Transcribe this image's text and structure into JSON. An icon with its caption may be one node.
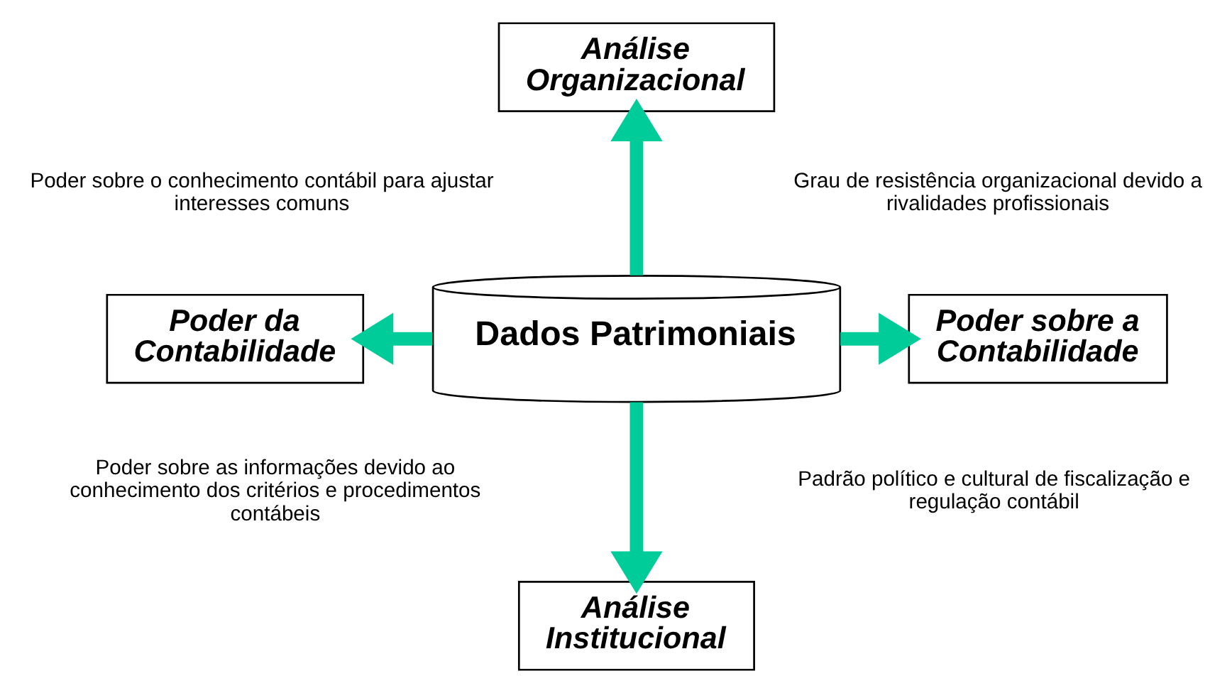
{
  "diagram": {
    "nodes": [
      {
        "text": [
          "Análise Organizacional"
        ]
      },
      {
        "text": [
          "Poder da Contabilidade"
        ]
      },
      {
        "text": [
          "Dados Patrimoniais"
        ]
      },
      {
        "text": [
          "Poder sobre a Contabilidade"
        ]
      },
      {
        "text": [
          "Análise Institucional"
        ]
      }
    ],
    "edges": [
      {
        "from": 2,
        "to": 0,
        "arrow": "to"
      },
      {
        "from": 2,
        "to": 1,
        "arrow": "to"
      },
      {
        "from": 2,
        "to": 3,
        "arrow": "to"
      },
      {
        "from": 2,
        "to": 4,
        "arrow": "to"
      }
    ],
    "labels": [
      "Poder sobre o conhecimento contábil para ajustar interesses comuns",
      "Grau de resistência organizacional devido a rivalidades profissionais",
      "Poder sobre as informações devido ao conhecimento dos critérios e procedimentos contábeis",
      "Padrão político e cultural de fiscalização e regulação contábil"
    ]
  }
}
